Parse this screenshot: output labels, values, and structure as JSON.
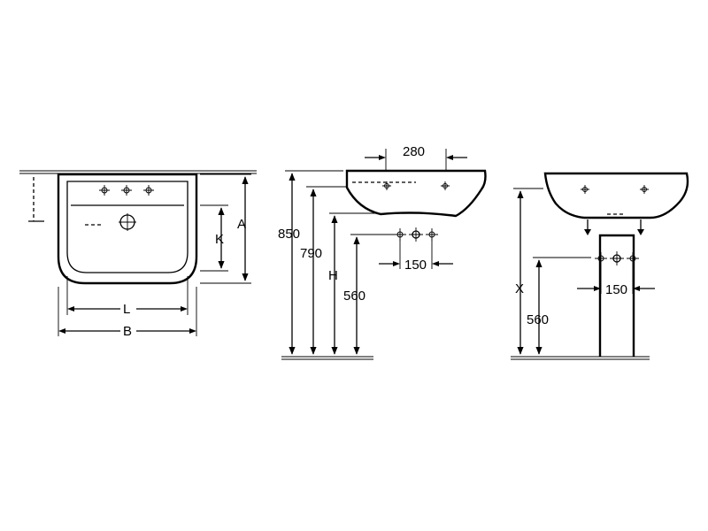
{
  "labels": {
    "A": "A",
    "K": "K",
    "L": "L",
    "B": "B",
    "side_width": "280",
    "h850": "850",
    "h790": "790",
    "H": "H",
    "h560_side": "560",
    "side_tap_spacing": "150",
    "X": "X",
    "pedestal_tap_spacing": "150",
    "h560_pedestal": "560"
  }
}
